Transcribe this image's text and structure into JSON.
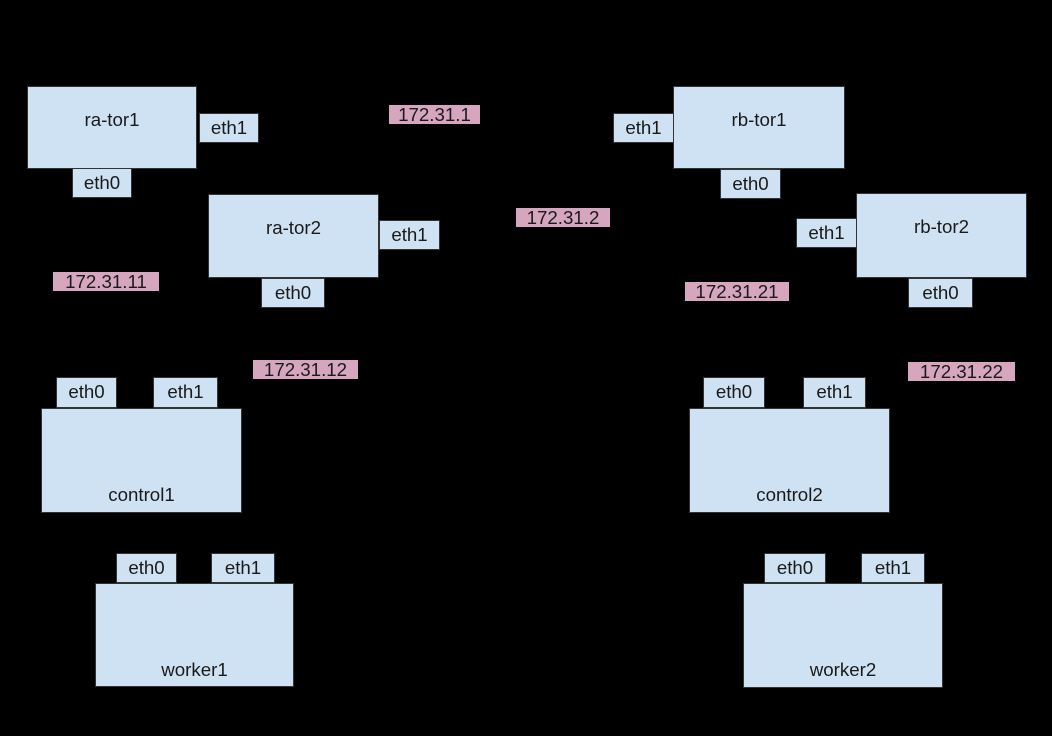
{
  "colors": {
    "bg": "#000000",
    "node-fill": "#cfe2f3",
    "node-border": "#333333",
    "ip-fill": "#d5a6bd",
    "text": "#1a1a1a"
  },
  "topology": {
    "rack_a": {
      "tor1": {
        "label": "ra-tor1",
        "ports": {
          "eth0": "eth0",
          "eth1": "eth1"
        }
      },
      "tor2": {
        "label": "ra-tor2",
        "ports": {
          "eth0": "eth0",
          "eth1": "eth1"
        }
      },
      "control": {
        "label": "control1",
        "ports": {
          "eth0": "eth0",
          "eth1": "eth1"
        }
      },
      "worker": {
        "label": "worker1",
        "ports": {
          "eth0": "eth0",
          "eth1": "eth1"
        }
      }
    },
    "rack_b": {
      "tor1": {
        "label": "rb-tor1",
        "ports": {
          "eth0": "eth0",
          "eth1": "eth1"
        }
      },
      "tor2": {
        "label": "rb-tor2",
        "ports": {
          "eth0": "eth0",
          "eth1": "eth1"
        }
      },
      "control": {
        "label": "control2",
        "ports": {
          "eth0": "eth0",
          "eth1": "eth1"
        }
      },
      "worker": {
        "label": "worker2",
        "ports": {
          "eth0": "eth0",
          "eth1": "eth1"
        }
      }
    }
  },
  "networks": {
    "spine_net1": "172.31.1",
    "spine_net2": "172.31.2",
    "rack_a_tor1_net": "172.31.11",
    "rack_a_tor2_net": "172.31.12",
    "rack_b_tor1_net": "172.31.21",
    "rack_b_tor2_net": "172.31.22"
  }
}
